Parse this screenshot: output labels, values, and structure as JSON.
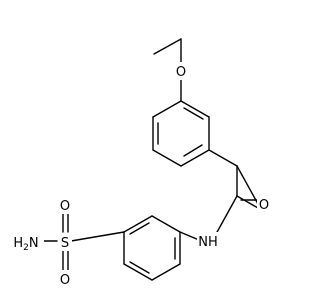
{
  "molecule": {
    "atoms": {
      "ether_oxygen": "O",
      "carbonyl_oxygen": "O",
      "amide_nitrogen": "NH",
      "sulfur": "S",
      "sulfonyl_oxygen_top": "O",
      "sulfonyl_oxygen_bottom": "O",
      "sulfonamide_nitrogen": "H2N"
    }
  }
}
